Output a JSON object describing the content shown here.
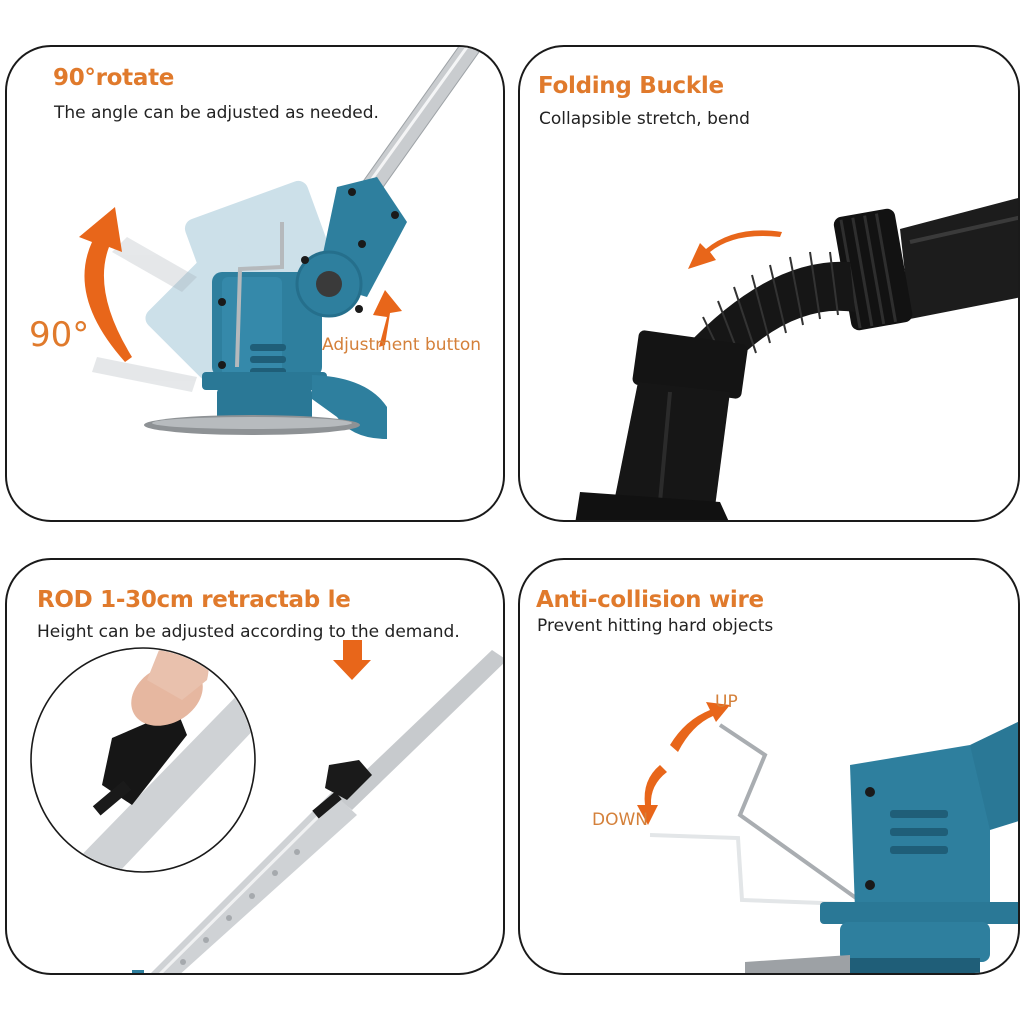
{
  "colors": {
    "title_orange": "#E07A2C",
    "arrow_orange": "#E8661A",
    "body_text": "#222222",
    "panel_border": "#1a1a1a",
    "trimmer_blue": "#2E7F9E",
    "trimmer_blue_dark": "#1F5E78",
    "hose_black": "#151515",
    "steel": "#C9CCCF"
  },
  "panels": [
    {
      "id": "rotate",
      "title": "90°rotate",
      "description": "The angle can be adjusted as needed.",
      "annotations": {
        "angle_label": "90°",
        "button_label": "Adjustment button"
      },
      "icons": [
        "curved-up-arrow-icon",
        "straight-up-arrow-icon"
      ]
    },
    {
      "id": "folding",
      "title": "Folding Buckle",
      "description": "Collapsible stretch, bend",
      "icons": [
        "curved-left-arrow-icon"
      ]
    },
    {
      "id": "rod",
      "title": "ROD 1-30cm retractab le",
      "description": "Height can be adjusted according to the demand.",
      "icons": [
        "down-arrow-icon"
      ]
    },
    {
      "id": "wire",
      "title": "Anti-collision wire",
      "description": "Prevent hitting hard objects",
      "annotations": {
        "up_label": "UP",
        "down_label": "DOWN"
      },
      "icons": [
        "up-down-curved-arrow-icon"
      ]
    }
  ]
}
